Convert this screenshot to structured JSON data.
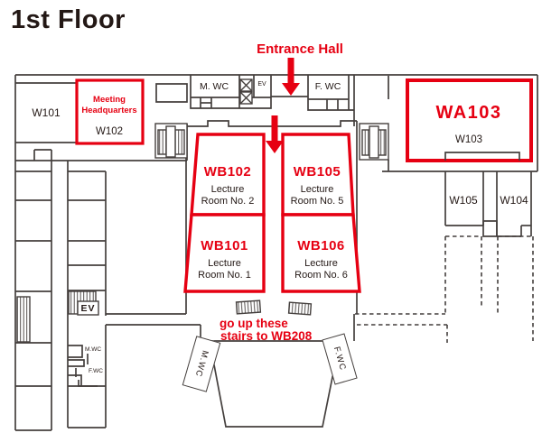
{
  "title": "1st Floor",
  "colors": {
    "red": "#e60012",
    "ink": "#231815",
    "wall": "#443f3d"
  },
  "annotations": {
    "entrance_hall": "Entrance Hall",
    "stairs_note_line1": "go up these",
    "stairs_note_line2": "stairs to WB208"
  },
  "rooms": {
    "w101": "W101",
    "meeting_hq": {
      "line1": "Meeting",
      "line2": "Headquarters",
      "code": "W102"
    },
    "m_wc_top": "M. WC",
    "ev_top": "EV",
    "f_wc_top": "F. WC",
    "wa103": {
      "code": "WA103",
      "sub": "W103"
    },
    "w105": "W105",
    "w104": "W104",
    "ev_left": "EV",
    "m_wc_left": "M.WC",
    "f_wc_left": "F.WC",
    "m_wc_hall": "M.WC",
    "f_wc_hall": "F.WC"
  },
  "lecture_rooms": [
    {
      "code": "WB102",
      "line1": "Lecture",
      "line2": "Room No. 2"
    },
    {
      "code": "WB105",
      "line1": "Lecture",
      "line2": "Room No. 5"
    },
    {
      "code": "WB101",
      "line1": "Lecture",
      "line2": "Room No. 1"
    },
    {
      "code": "WB106",
      "line1": "Lecture",
      "line2": "Room No. 6"
    }
  ]
}
